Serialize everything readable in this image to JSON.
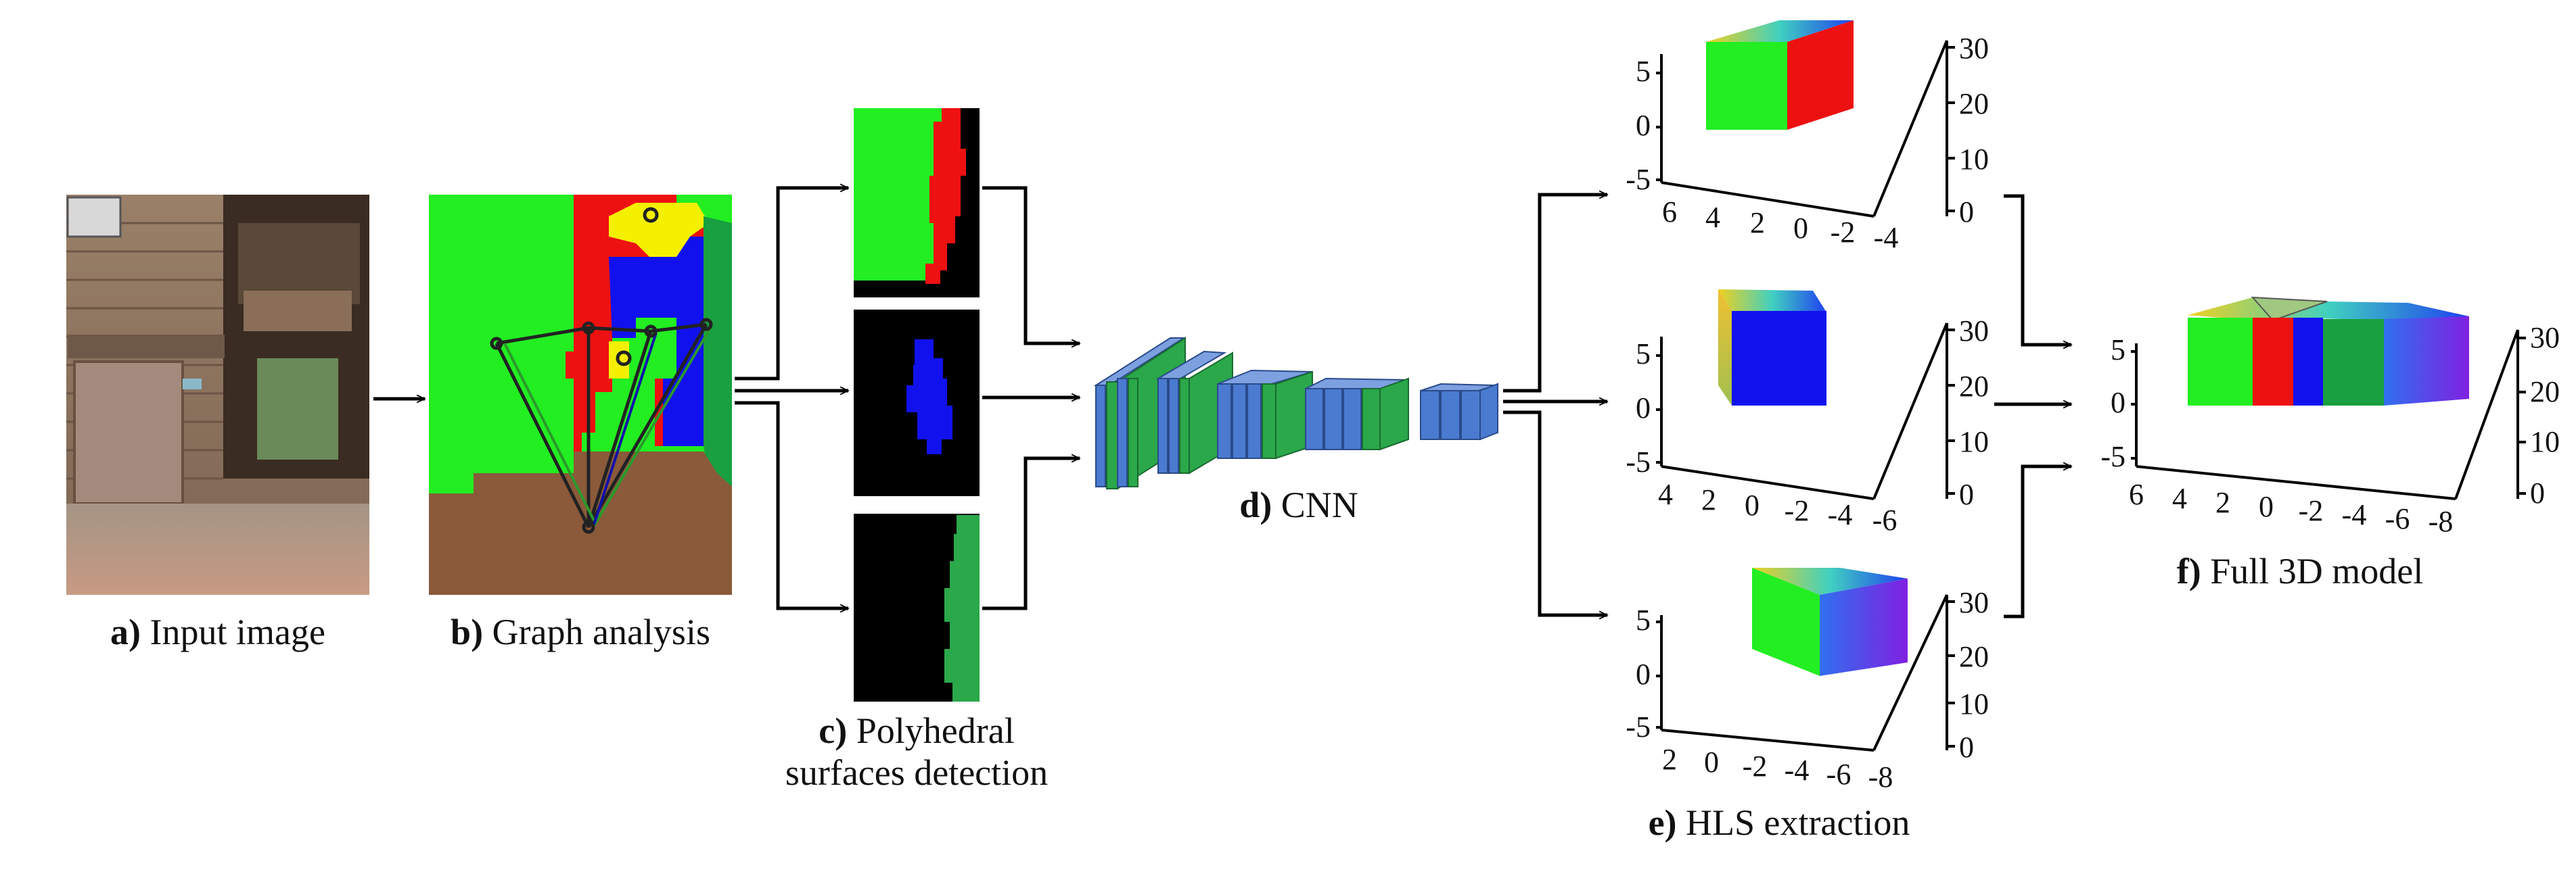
{
  "captions": {
    "a": {
      "letter": "a)",
      "text": "Input image"
    },
    "b": {
      "letter": "b)",
      "text": "Graph analysis"
    },
    "c": {
      "letter": "c)",
      "line1": "Polyhedral",
      "line2": "surfaces detection"
    },
    "d": {
      "letter": "d)",
      "text": "CNN"
    },
    "e": {
      "letter": "e)",
      "text": "HLS extraction"
    },
    "f": {
      "letter": "f)",
      "text": "Full 3D model"
    }
  },
  "plots": {
    "e1": {
      "z_ticks": [
        "5",
        "0",
        "-5"
      ],
      "x_ticks": [
        "6",
        "4",
        "2",
        "0",
        "-2",
        "-4"
      ],
      "y_ticks": [
        "30",
        "20",
        "10",
        "0"
      ]
    },
    "e2": {
      "z_ticks": [
        "5",
        "0",
        "-5"
      ],
      "x_ticks": [
        "4",
        "2",
        "0",
        "-2",
        "-4",
        "-6"
      ],
      "y_ticks": [
        "30",
        "20",
        "10",
        "0"
      ]
    },
    "e3": {
      "z_ticks": [
        "5",
        "0",
        "-5"
      ],
      "x_ticks": [
        "2",
        "0",
        "-2",
        "-4",
        "-6",
        "-8"
      ],
      "y_ticks": [
        "30",
        "20",
        "10",
        "0"
      ]
    },
    "f": {
      "z_ticks": [
        "5",
        "0",
        "-5"
      ],
      "x_ticks": [
        "6",
        "4",
        "2",
        "0",
        "-2",
        "-4",
        "-6",
        "-8"
      ],
      "y_ticks": [
        "30",
        "20",
        "10",
        "0"
      ]
    }
  },
  "colors": {
    "green": "#22ee22",
    "dark_green": "#19a040",
    "red": "#ee1111",
    "blue": "#1111ee",
    "yellow": "#f5f000",
    "brown": "#8a5a3a",
    "black": "#000000",
    "cnn_blue": "#4a7bd0",
    "cnn_green": "#2aa84a"
  }
}
